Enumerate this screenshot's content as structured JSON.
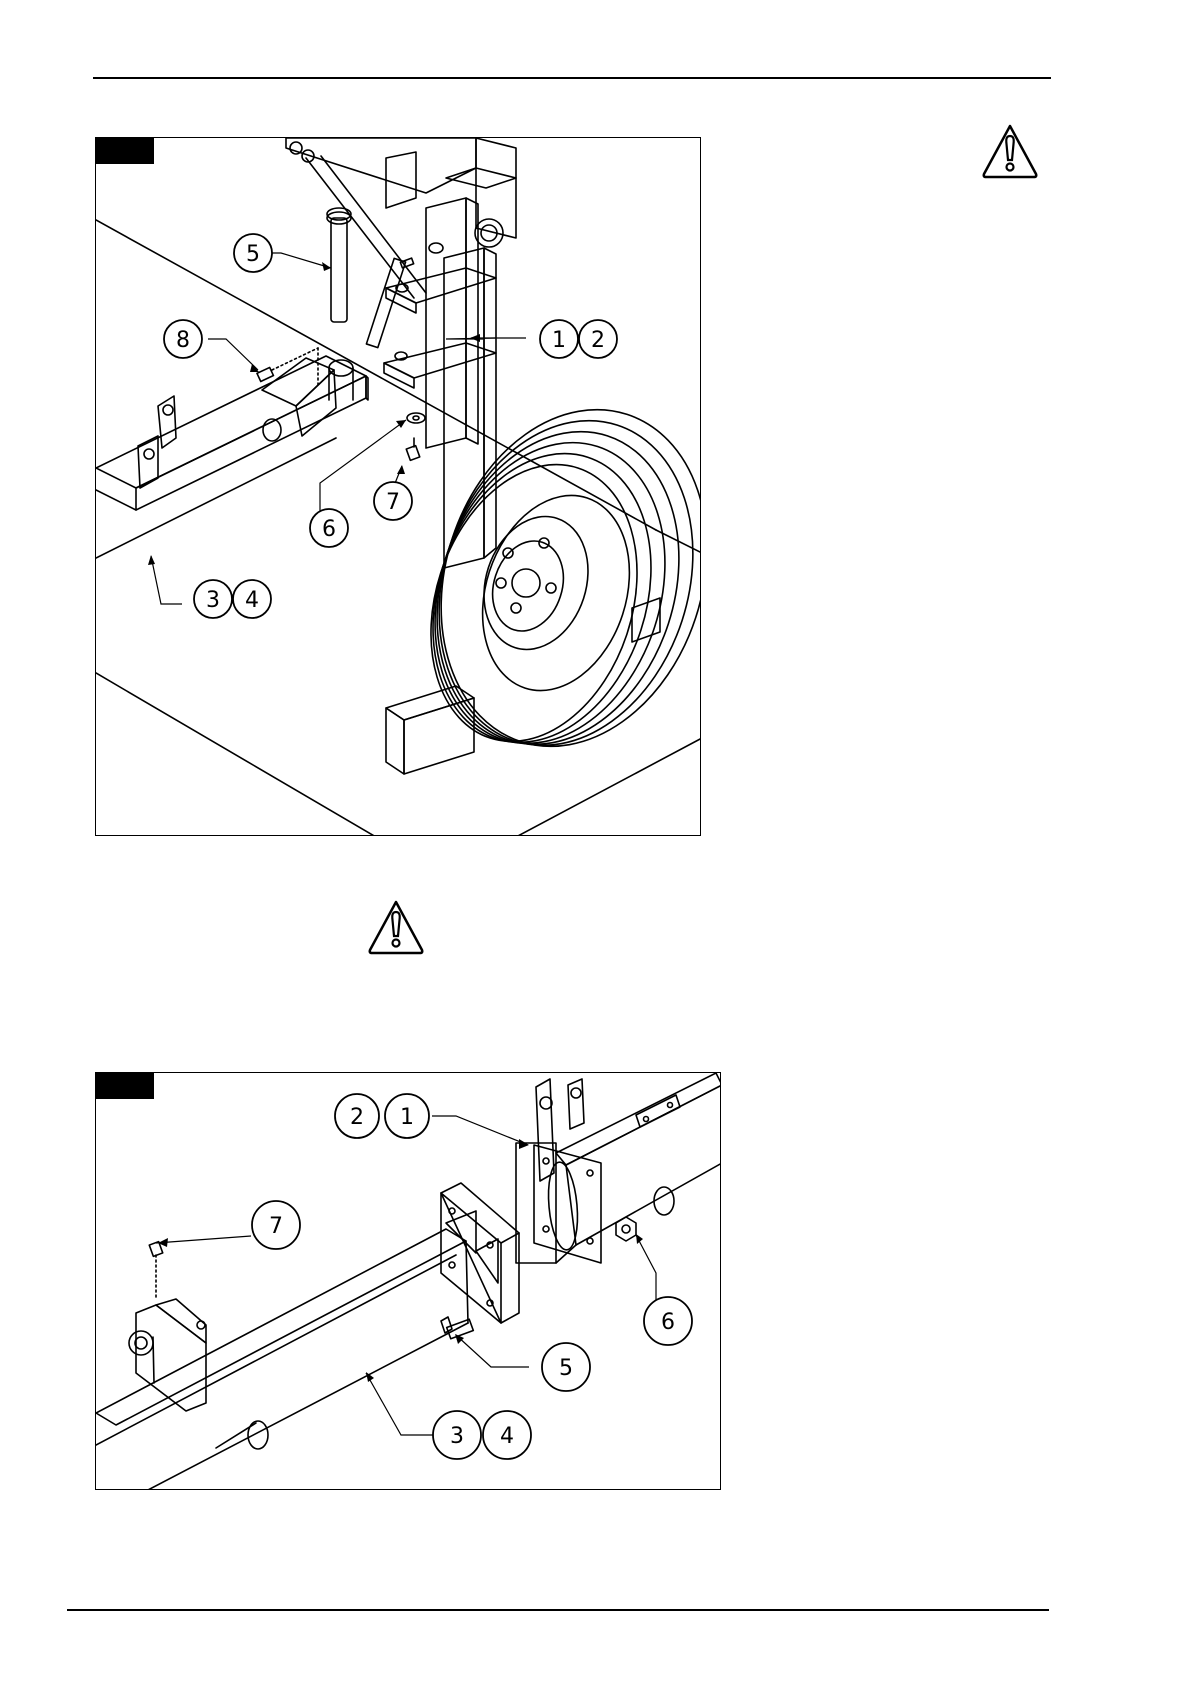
{
  "figure_1": {
    "callouts": {
      "c1": "1",
      "c2": "2",
      "c3": "3",
      "c4": "4",
      "c5": "5",
      "c6": "6",
      "c7": "7",
      "c8": "8"
    }
  },
  "figure_2": {
    "callouts": {
      "c1": "1",
      "c2": "2",
      "c3": "3",
      "c4": "4",
      "c5": "5",
      "c6": "6",
      "c7": "7"
    }
  },
  "icons": {
    "warning_top": "warning-triangle-icon",
    "warning_mid": "warning-triangle-icon"
  },
  "colors": {
    "ink": "#000000",
    "paper": "#ffffff"
  }
}
